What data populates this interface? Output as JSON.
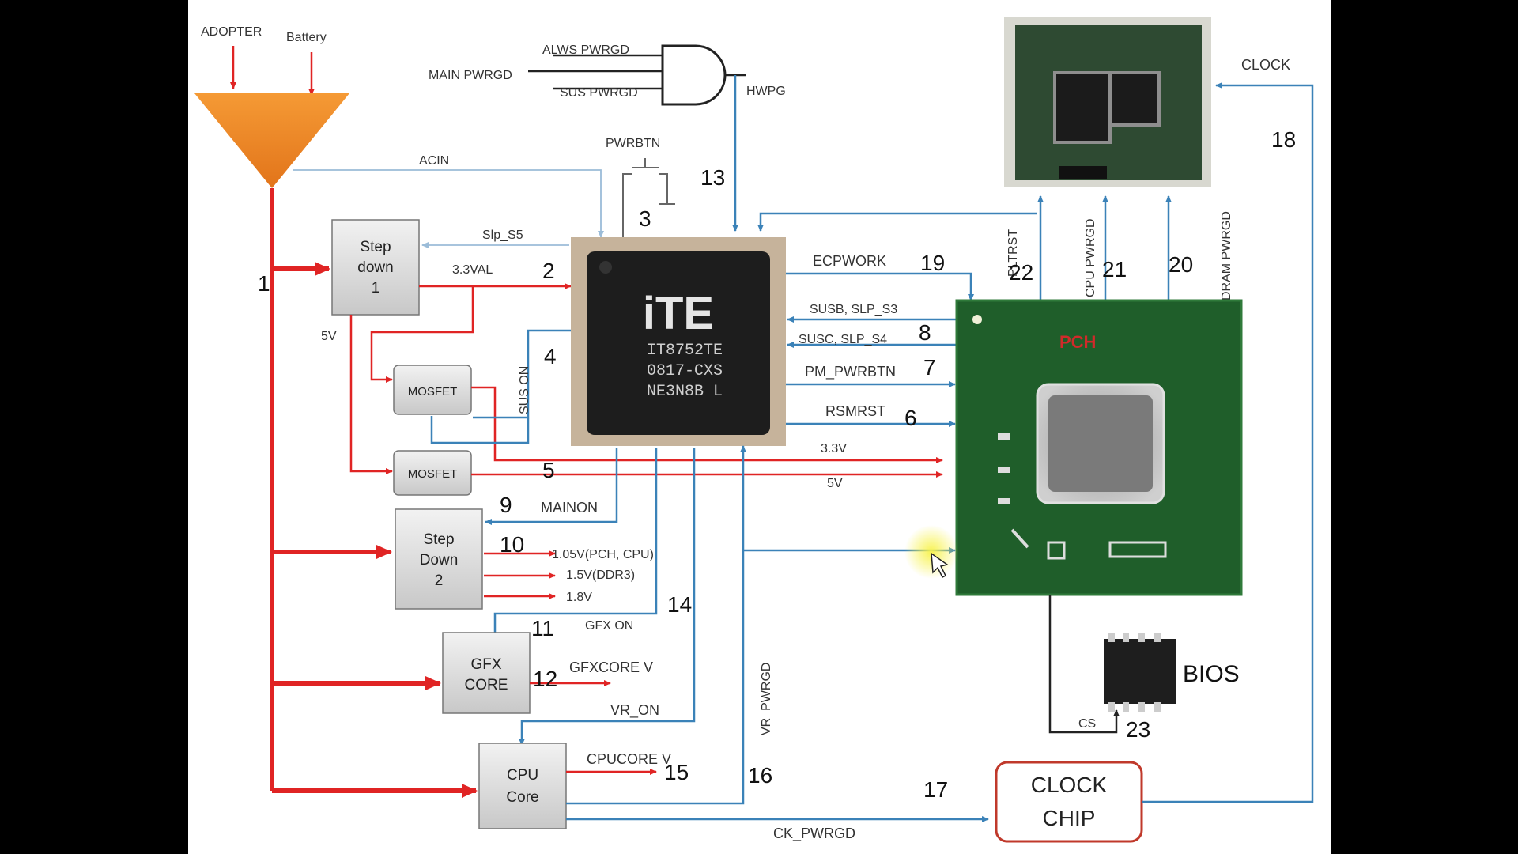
{
  "labels": {
    "adopter": "ADOPTER",
    "battery": "Battery",
    "alws_pwrgd": "ALWS PWRGD",
    "main_pwrgd": "MAIN PWRGD",
    "sus_pwrgd": "SUS PWRGD",
    "hwpg": "HWPG",
    "pwrbtn": "PWRBTN",
    "acin": "ACIN",
    "slp_s5": "Slp_S5",
    "v33al": "3.3VAL",
    "v5": "5V",
    "sus_on": "SUS ON",
    "mainon": "MAINON",
    "ecpwork": "ECPWORK",
    "susb_slp_s3": "SUSB, SLP_S3",
    "susc_slp_s4": "SUSC, SLP_S4",
    "pm_pwrbtn": "PM_PWRBTN",
    "rsmrst": "RSMRST",
    "v33_pch": "3.3V",
    "v5_pch": "5V",
    "v105": "1.05V(PCH, CPU)",
    "v15": "1.5V(DDR3)",
    "v18": "1.8V",
    "gfx_on": "GFX ON",
    "gfxcore_v": "GFXCORE V",
    "vr_on": "VR_ON",
    "cpucore_v": "CPUCORE V",
    "vr_pwrgd": "VR_PWRGD",
    "ck_pwrgd": "CK_PWRGD",
    "cs": "CS",
    "clock": "CLOCK",
    "pltrst": "PLTRST",
    "cpu_pwrgd": "CPU PWRGD",
    "dram_pwrgd": "DRAM PWRGD",
    "bios": "BIOS",
    "pch_mark": "PCH"
  },
  "boxes": {
    "step_down_1": [
      "Step",
      "down",
      "1"
    ],
    "step_down_2": [
      "Step",
      "Down",
      "2"
    ],
    "mosfet_1": "MOSFET",
    "mosfet_2": "MOSFET",
    "gfx_core": [
      "GFX",
      "CORE"
    ],
    "cpu_core": [
      "CPU",
      "Core"
    ],
    "clock_chip": [
      "CLOCK",
      "CHIP"
    ]
  },
  "ec_chip": {
    "logo": "iTE",
    "line1": "IT8752TE",
    "line2": "0817-CXS",
    "line3": "NE3N8B L"
  },
  "steps": [
    "1",
    "2",
    "3",
    "4",
    "5",
    "6",
    "7",
    "8",
    "9",
    "10",
    "11",
    "12",
    "13",
    "14",
    "15",
    "16",
    "17",
    "18",
    "19",
    "20",
    "21",
    "22",
    "23"
  ],
  "colors": {
    "power": "#e02424",
    "signal": "#3b82b8",
    "source_triangle": "#f08a24",
    "pcb_green": "#1f5e2a",
    "clock_chip_border": "#c0392b"
  }
}
